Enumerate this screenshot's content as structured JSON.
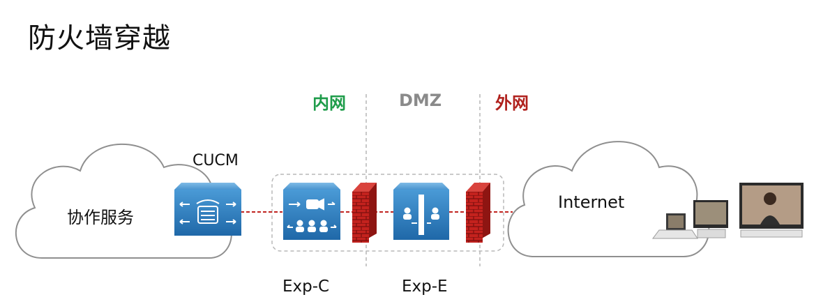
{
  "title": "防火墙穿越",
  "zones": {
    "internal": {
      "label": "内网",
      "color": "#1e9c4a"
    },
    "dmz": {
      "label": "DMZ",
      "color": "#8a8a8a"
    },
    "external": {
      "label": "外网",
      "color": "#b0211d"
    }
  },
  "clouds": {
    "left": "协作服务",
    "right": "Internet"
  },
  "devices": {
    "cucm": "CUCM",
    "exp_c": "Exp-C",
    "exp_e": "Exp-E"
  },
  "colors": {
    "device_blue": "#2b7fc4",
    "firewall_red": "#c0231f",
    "link_red": "#c0231f",
    "divider_gray": "#b5b5b5"
  },
  "icons": [
    "phone-icon",
    "video-camera-icon",
    "users-icon",
    "firewall-icon",
    "endpoint-device-icon"
  ]
}
